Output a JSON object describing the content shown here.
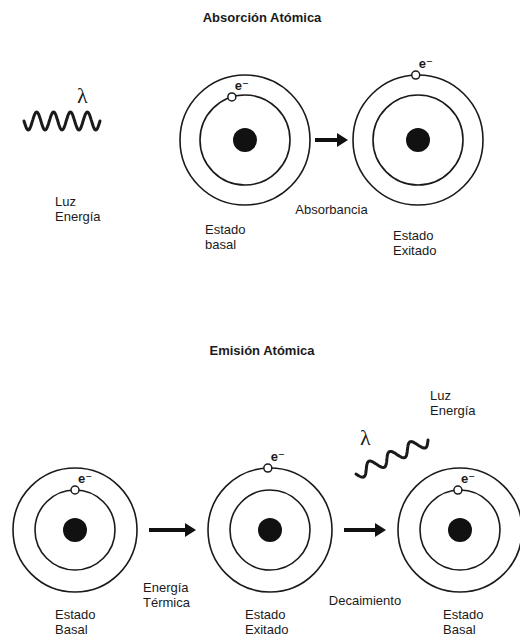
{
  "diagram": {
    "nodes": [
      {
        "text": [
          "Estado basal"
        ]
      },
      {
        "text": [
          "Estado Exitado"
        ]
      },
      {
        "text": [
          "Estado Basal"
        ]
      },
      {
        "text": [
          "Estado Exitado"
        ]
      },
      {
        "text": [
          "Estado Basal"
        ]
      }
    ],
    "edges": [
      {
        "from": 0,
        "to": 1,
        "arrow": "to",
        "label": "Absorbancia"
      },
      {
        "from": 2,
        "to": 3,
        "arrow": "to",
        "label": "Energía Térmica"
      },
      {
        "from": 3,
        "to": 4,
        "arrow": "to",
        "label": "Decaimiento"
      }
    ],
    "labels": [
      "Absorción Atómica",
      "λ",
      "Luz Energía",
      "e⁻",
      "e⁻",
      "Emisión Atómica",
      "e⁻",
      "e⁻",
      "λ",
      "Luz Energía",
      "e⁻"
    ]
  }
}
